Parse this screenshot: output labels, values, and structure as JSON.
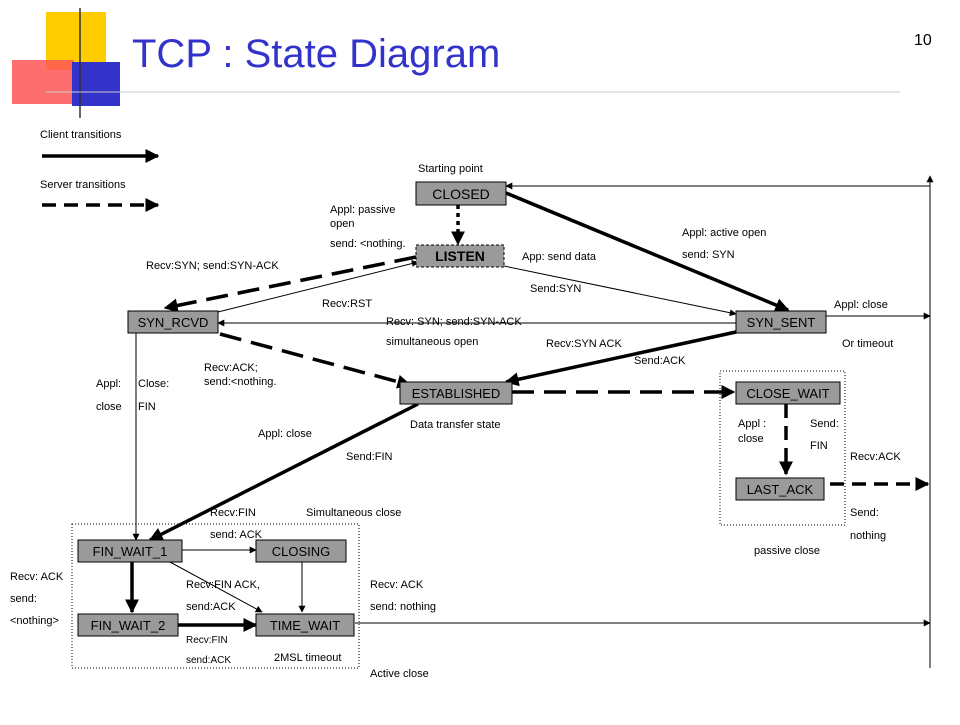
{
  "slide": {
    "title": "TCP : State Diagram",
    "page_number": "10"
  },
  "colors": {
    "title": "#3333cc",
    "state_fill": "#9a9a9a",
    "deco_yellow": "#ffcc00",
    "deco_red": "#ff3333",
    "deco_blue": "#3333cc"
  },
  "legend": {
    "client": "Client transitions",
    "server": "Server transitions"
  },
  "states": {
    "closed": "CLOSED",
    "listen": "LISTEN",
    "syn_rcvd": "SYN_RCVD",
    "syn_sent": "SYN_SENT",
    "established": "ESTABLISHED",
    "close_wait": "CLOSE_WAIT",
    "last_ack": "LAST_ACK",
    "fin_wait_1": "FIN_WAIT_1",
    "closing": "CLOSING",
    "fin_wait_2": "FIN_WAIT_2",
    "time_wait": "TIME_WAIT"
  },
  "labels": {
    "starting_point": "Starting point",
    "appl_passive_open": "Appl: passive",
    "appl_passive_open_2": "open",
    "send_nothing_top": "send: <nothing.",
    "recv_syn_send_synack": "Recv:SYN; send:SYN-ACK",
    "appl_active_open": "Appl: active open",
    "send_syn_top": "send: SYN",
    "app_send_data": "App: send data",
    "send_syn_mid": "Send:SYN",
    "recv_rst": "Recv:RST",
    "recv_syn_send_synack_2": "Recv: SYN; send:SYN-ACK",
    "simultaneous_open": "simultaneous open",
    "appl_close_right": "Appl: close",
    "or_timeout": "Or timeout",
    "recv_syn_ack": "Recv:SYN ACK",
    "send_ack_mid": "Send:ACK",
    "recv_ack_send_nothing": "Recv:ACK;",
    "recv_ack_send_nothing_2": "send:<nothing.",
    "appl_left": "Appl:",
    "close_left": "close",
    "close_left_2": "Close:",
    "fin_left": "FIN",
    "data_transfer_state": "Data transfer state",
    "appl_close_mid": "Appl: close",
    "send_fin_mid": "Send:FIN",
    "appl_cw": "Appl :",
    "close_cw": "close",
    "send_cw": "Send:",
    "fin_cw": "FIN",
    "recv_ack_right": "Recv:ACK",
    "send_right": "Send:",
    "nothing_right": "nothing",
    "passive_close": "passive close",
    "recv_fin": "Recv:FIN",
    "send_ack_fw": "send: ACK",
    "simultaneous_close": "Simultaneous close",
    "recv_fin_ack": "Recv:FIN ACK,",
    "send_ack_fw2": "send:ACK",
    "recv_ack_tw": "Recv: ACK",
    "send_nothing_tw": "send: nothing",
    "recv_fin_2": "Recv:FIN",
    "send_ack_2": "send:ACK",
    "two_msl": "2MSL timeout",
    "active_close": "Active close",
    "recv_ack_left": "Recv: ACK",
    "send_left": "send:",
    "nothing_left": "<nothing>"
  }
}
